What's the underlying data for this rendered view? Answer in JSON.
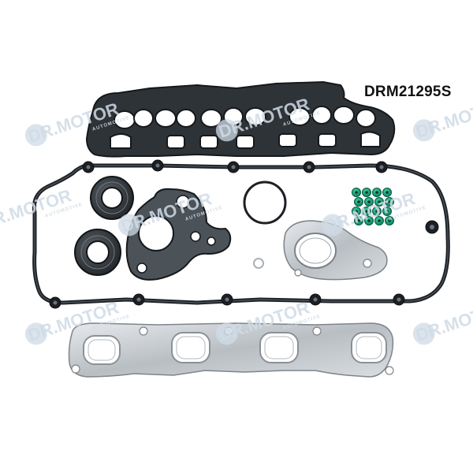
{
  "product": {
    "part_number": "DRM21295S"
  },
  "watermark": {
    "brand": "DR.MOTOR",
    "sub": "AUTOMOTIVE"
  },
  "colors": {
    "background": "#ffffff",
    "gasket_black": "#1c2024",
    "gasket_grey": "#3a4046",
    "metal": "#c8ccd0",
    "valve_stem_seal": "#17a37a",
    "watermark": "#cfdbe6"
  }
}
